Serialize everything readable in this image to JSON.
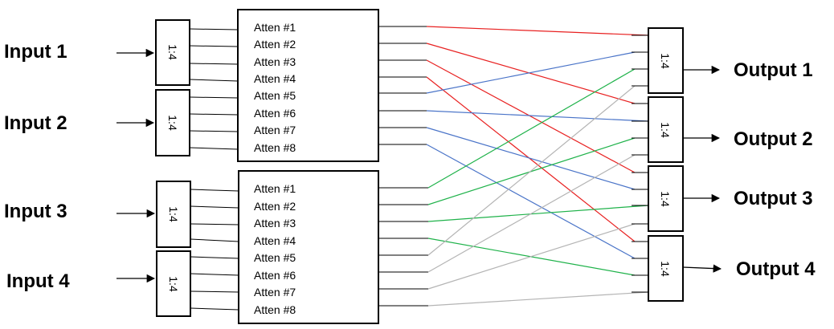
{
  "inputs": [
    "Input 1",
    "Input 2",
    "Input 3",
    "Input 4"
  ],
  "outputs": [
    "Output 1",
    "Output 2",
    "Output 3",
    "Output 4"
  ],
  "splitter_label": "1:4",
  "atten_blocks": [
    [
      "Atten #1",
      "Atten #2",
      "Atten #3",
      "Atten #4",
      "Atten #5",
      "Atten #6",
      "Atten #7",
      "Atten #8"
    ],
    [
      "Atten #1",
      "Atten #2",
      "Atten #3",
      "Atten #4",
      "Atten #5",
      "Atten #6",
      "Atten #7",
      "Atten #8"
    ]
  ],
  "colors": {
    "red": "#e82020",
    "blue": "#4a74c8",
    "green": "#1fb24a",
    "gray": "#b4b4b4",
    "line": "#000000"
  }
}
